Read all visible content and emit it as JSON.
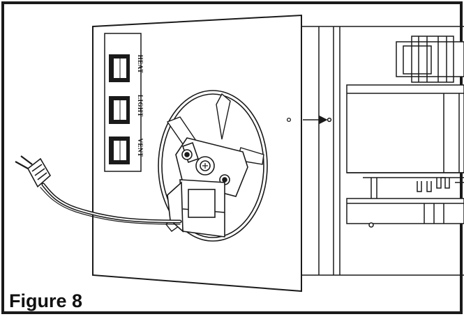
{
  "figure": {
    "caption": "Figure 8",
    "switches": [
      {
        "label": "HEAT"
      },
      {
        "label": "LIGHT"
      },
      {
        "label": "VENT"
      }
    ]
  },
  "colors": {
    "line": "#1a1a1a",
    "fill": "#ffffff",
    "shade": "#d8d8d8"
  }
}
